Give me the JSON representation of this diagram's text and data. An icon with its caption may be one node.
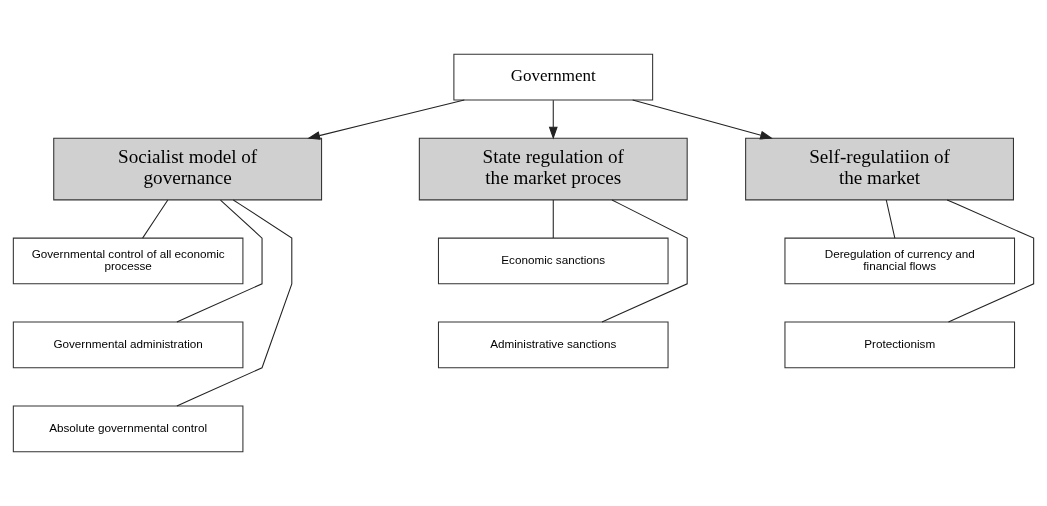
{
  "diagram": {
    "nodes": [
      {
        "text": [
          "Government"
        ]
      },
      {
        "text": [
          "Socialist model of governance"
        ]
      },
      {
        "text": [
          "State regulation of the market proces"
        ]
      },
      {
        "text": [
          "Self-regulatiion of the market"
        ]
      },
      {
        "text": [
          "Governmental control of all economic processe"
        ]
      },
      {
        "text": [
          "Governmental administration"
        ]
      },
      {
        "text": [
          "Absolute governmental control"
        ]
      },
      {
        "text": [
          "Economic sanctions"
        ]
      },
      {
        "text": [
          "Administrative sanctions"
        ]
      },
      {
        "text": [
          "Deregulation of currency and financial flows"
        ]
      },
      {
        "text": [
          "Protectionism"
        ]
      }
    ],
    "edges": [
      {
        "from": 0,
        "to": 1,
        "arrow": "to"
      },
      {
        "from": 0,
        "to": 2,
        "arrow": "to"
      },
      {
        "from": 0,
        "to": 3,
        "arrow": "to"
      },
      {
        "from": 1,
        "to": 4,
        "arrow": "none"
      },
      {
        "from": 1,
        "to": 5,
        "arrow": "none"
      },
      {
        "from": 1,
        "to": 6,
        "arrow": "none"
      },
      {
        "from": 2,
        "to": 7,
        "arrow": "none"
      },
      {
        "from": 2,
        "to": 8,
        "arrow": "none"
      },
      {
        "from": 3,
        "to": 9,
        "arrow": "none"
      },
      {
        "from": 3,
        "to": 10,
        "arrow": "none"
      }
    ]
  }
}
